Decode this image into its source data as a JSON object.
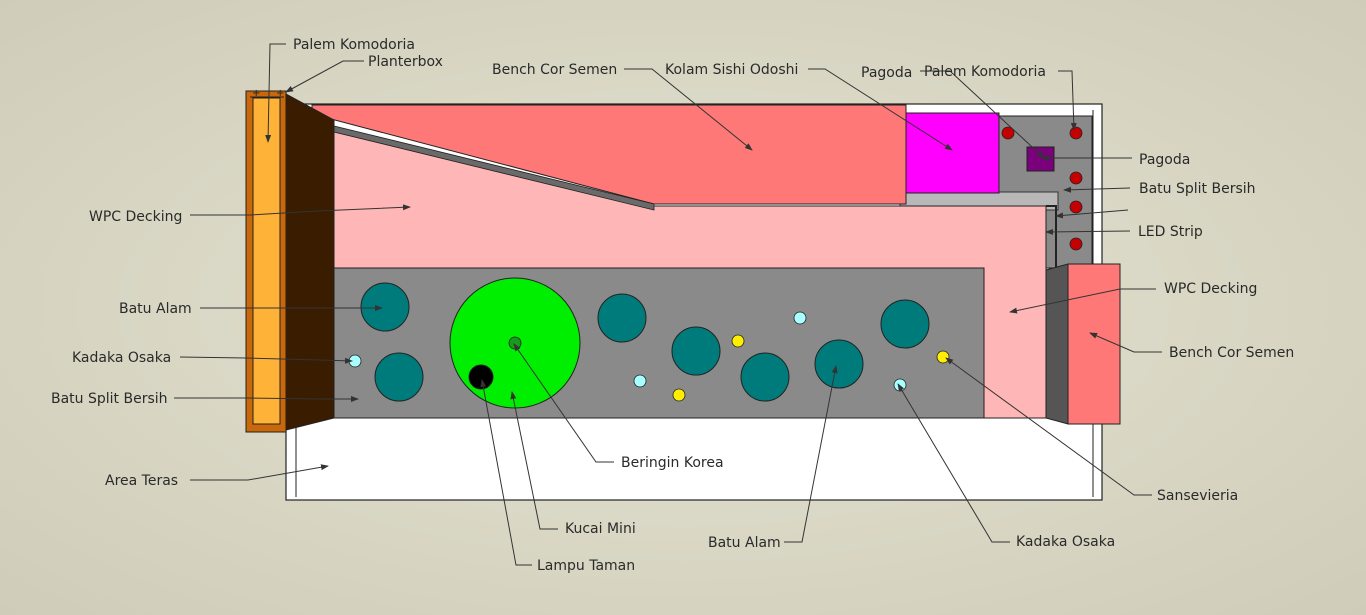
{
  "colors": {
    "background": "#d8d6c3",
    "bench": "#ff7878",
    "wpc_decking": "#ffb6b6",
    "batu_split_bersih": "#8a8a8a",
    "planterbox": "#3a1c00",
    "planter_soil": "#ffb238",
    "pond": "#ff00ff",
    "area_teras": "#ffffff",
    "kadaka_osaka": "#007b7b",
    "kadaka_light": "#a8ffff",
    "beringin_korea": "#00ee00",
    "sansevieria": "#ffee00",
    "palem_komodoria": "#c40000",
    "pagoda": "#7b007b",
    "lampu_taman": "#000000"
  },
  "labels": {
    "palem_komodoria_left": "Palem Komodoria",
    "planterbox": "Planterbox",
    "bench_cor_semen_top": "Bench Cor Semen",
    "kolam_sishi_odoshi": "Kolam Sishi Odoshi",
    "pagoda_top": "Pagoda",
    "palem_komodoria_right": "Palem Komodoria",
    "pagoda_right": "Pagoda",
    "batu_split_bersih_right": "Batu Split Bersih",
    "led_strip": "LED Strip",
    "wpc_decking_right": "WPC Decking",
    "bench_cor_semen_right": "Bench Cor Semen",
    "sansevieria": "Sansevieria",
    "kadaka_osaka_bottom": "Kadaka Osaka",
    "batu_alam_bottom": "Batu Alam",
    "beringin_korea": "Beringin Korea",
    "kucai_mini": "Kucai Mini",
    "lampu_taman": "Lampu Taman",
    "wpc_decking_left": "WPC Decking",
    "batu_alam_left": "Batu Alam",
    "kadaka_osaka_left": "Kadaka Osaka",
    "batu_split_bersih_left": "Batu Split Bersih",
    "area_teras": "Area Teras"
  }
}
